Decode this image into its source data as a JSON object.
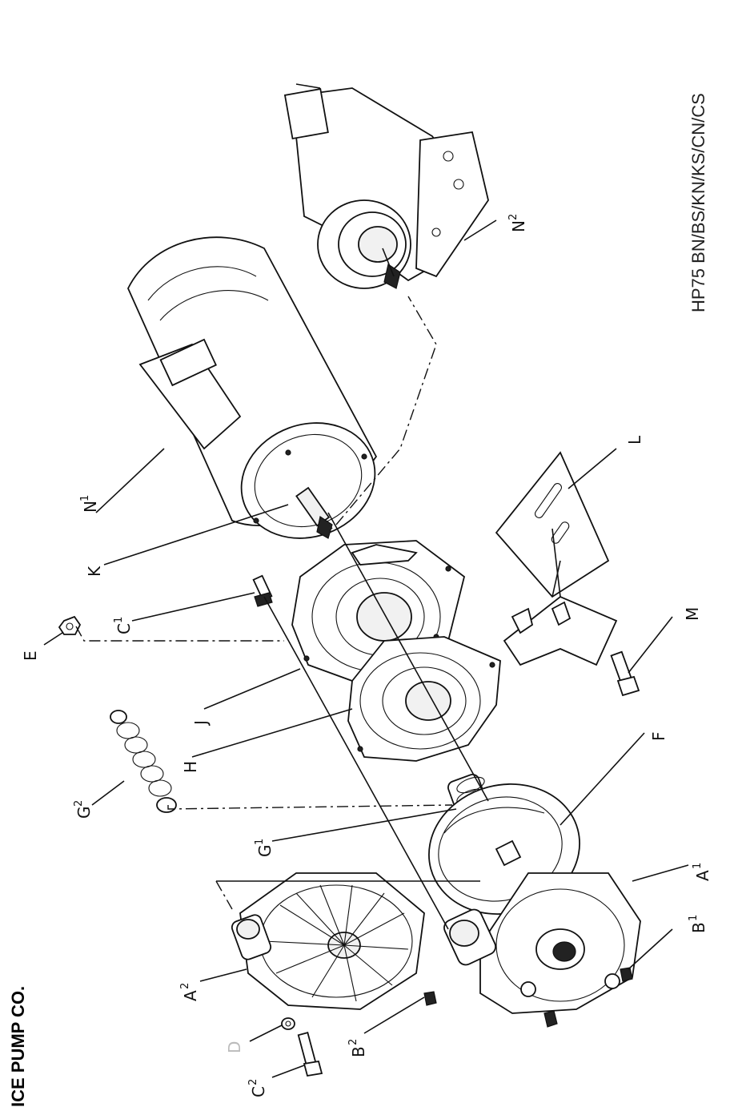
{
  "brand": {
    "text": "ICE PUMP CO."
  },
  "model_text": "HP75 BN/BS/KN/KS/CN/CS",
  "labels": {
    "A1": {
      "base": "A",
      "sup": "1"
    },
    "A2": {
      "base": "A",
      "sup": "2"
    },
    "B1": {
      "base": "B",
      "sup": "1"
    },
    "B2": {
      "base": "B",
      "sup": "2"
    },
    "C1": {
      "base": "C",
      "sup": "1"
    },
    "C2": {
      "base": "C",
      "sup": "2"
    },
    "D": {
      "base": "D"
    },
    "E": {
      "base": "E"
    },
    "F": {
      "base": "F"
    },
    "G1": {
      "base": "G",
      "sup": "1"
    },
    "G2": {
      "base": "G",
      "sup": "2"
    },
    "H": {
      "base": "H"
    },
    "J": {
      "base": "J"
    },
    "K": {
      "base": "K"
    },
    "L": {
      "base": "L"
    },
    "M": {
      "base": "M"
    },
    "N1": {
      "base": "N",
      "sup": "1"
    },
    "N2": {
      "base": "N",
      "sup": "2"
    }
  },
  "colors": {
    "line": "#111111",
    "background": "#ffffff"
  }
}
